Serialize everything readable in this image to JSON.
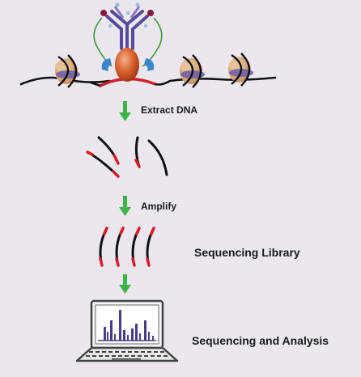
{
  "steps": {
    "extract": "Extract DNA",
    "amplify": "Amplify",
    "library": "Sequencing Library",
    "analysis": "Sequencing and Analysis"
  },
  "colors": {
    "background": "#ece6ef",
    "arrow": "#3db34a",
    "dna": "#111111",
    "dna_marker": "#d21f2a",
    "protein": "#c0501e",
    "antibody": "#5a4a9a",
    "histone": "#d6a87a",
    "chart_bars": "#4a3a8a"
  },
  "icons": [
    "chromatin-icon",
    "antibody-icon",
    "transcription-factor-icon",
    "dna-fragment-icon",
    "laptop-icon",
    "peak-chart-icon"
  ]
}
